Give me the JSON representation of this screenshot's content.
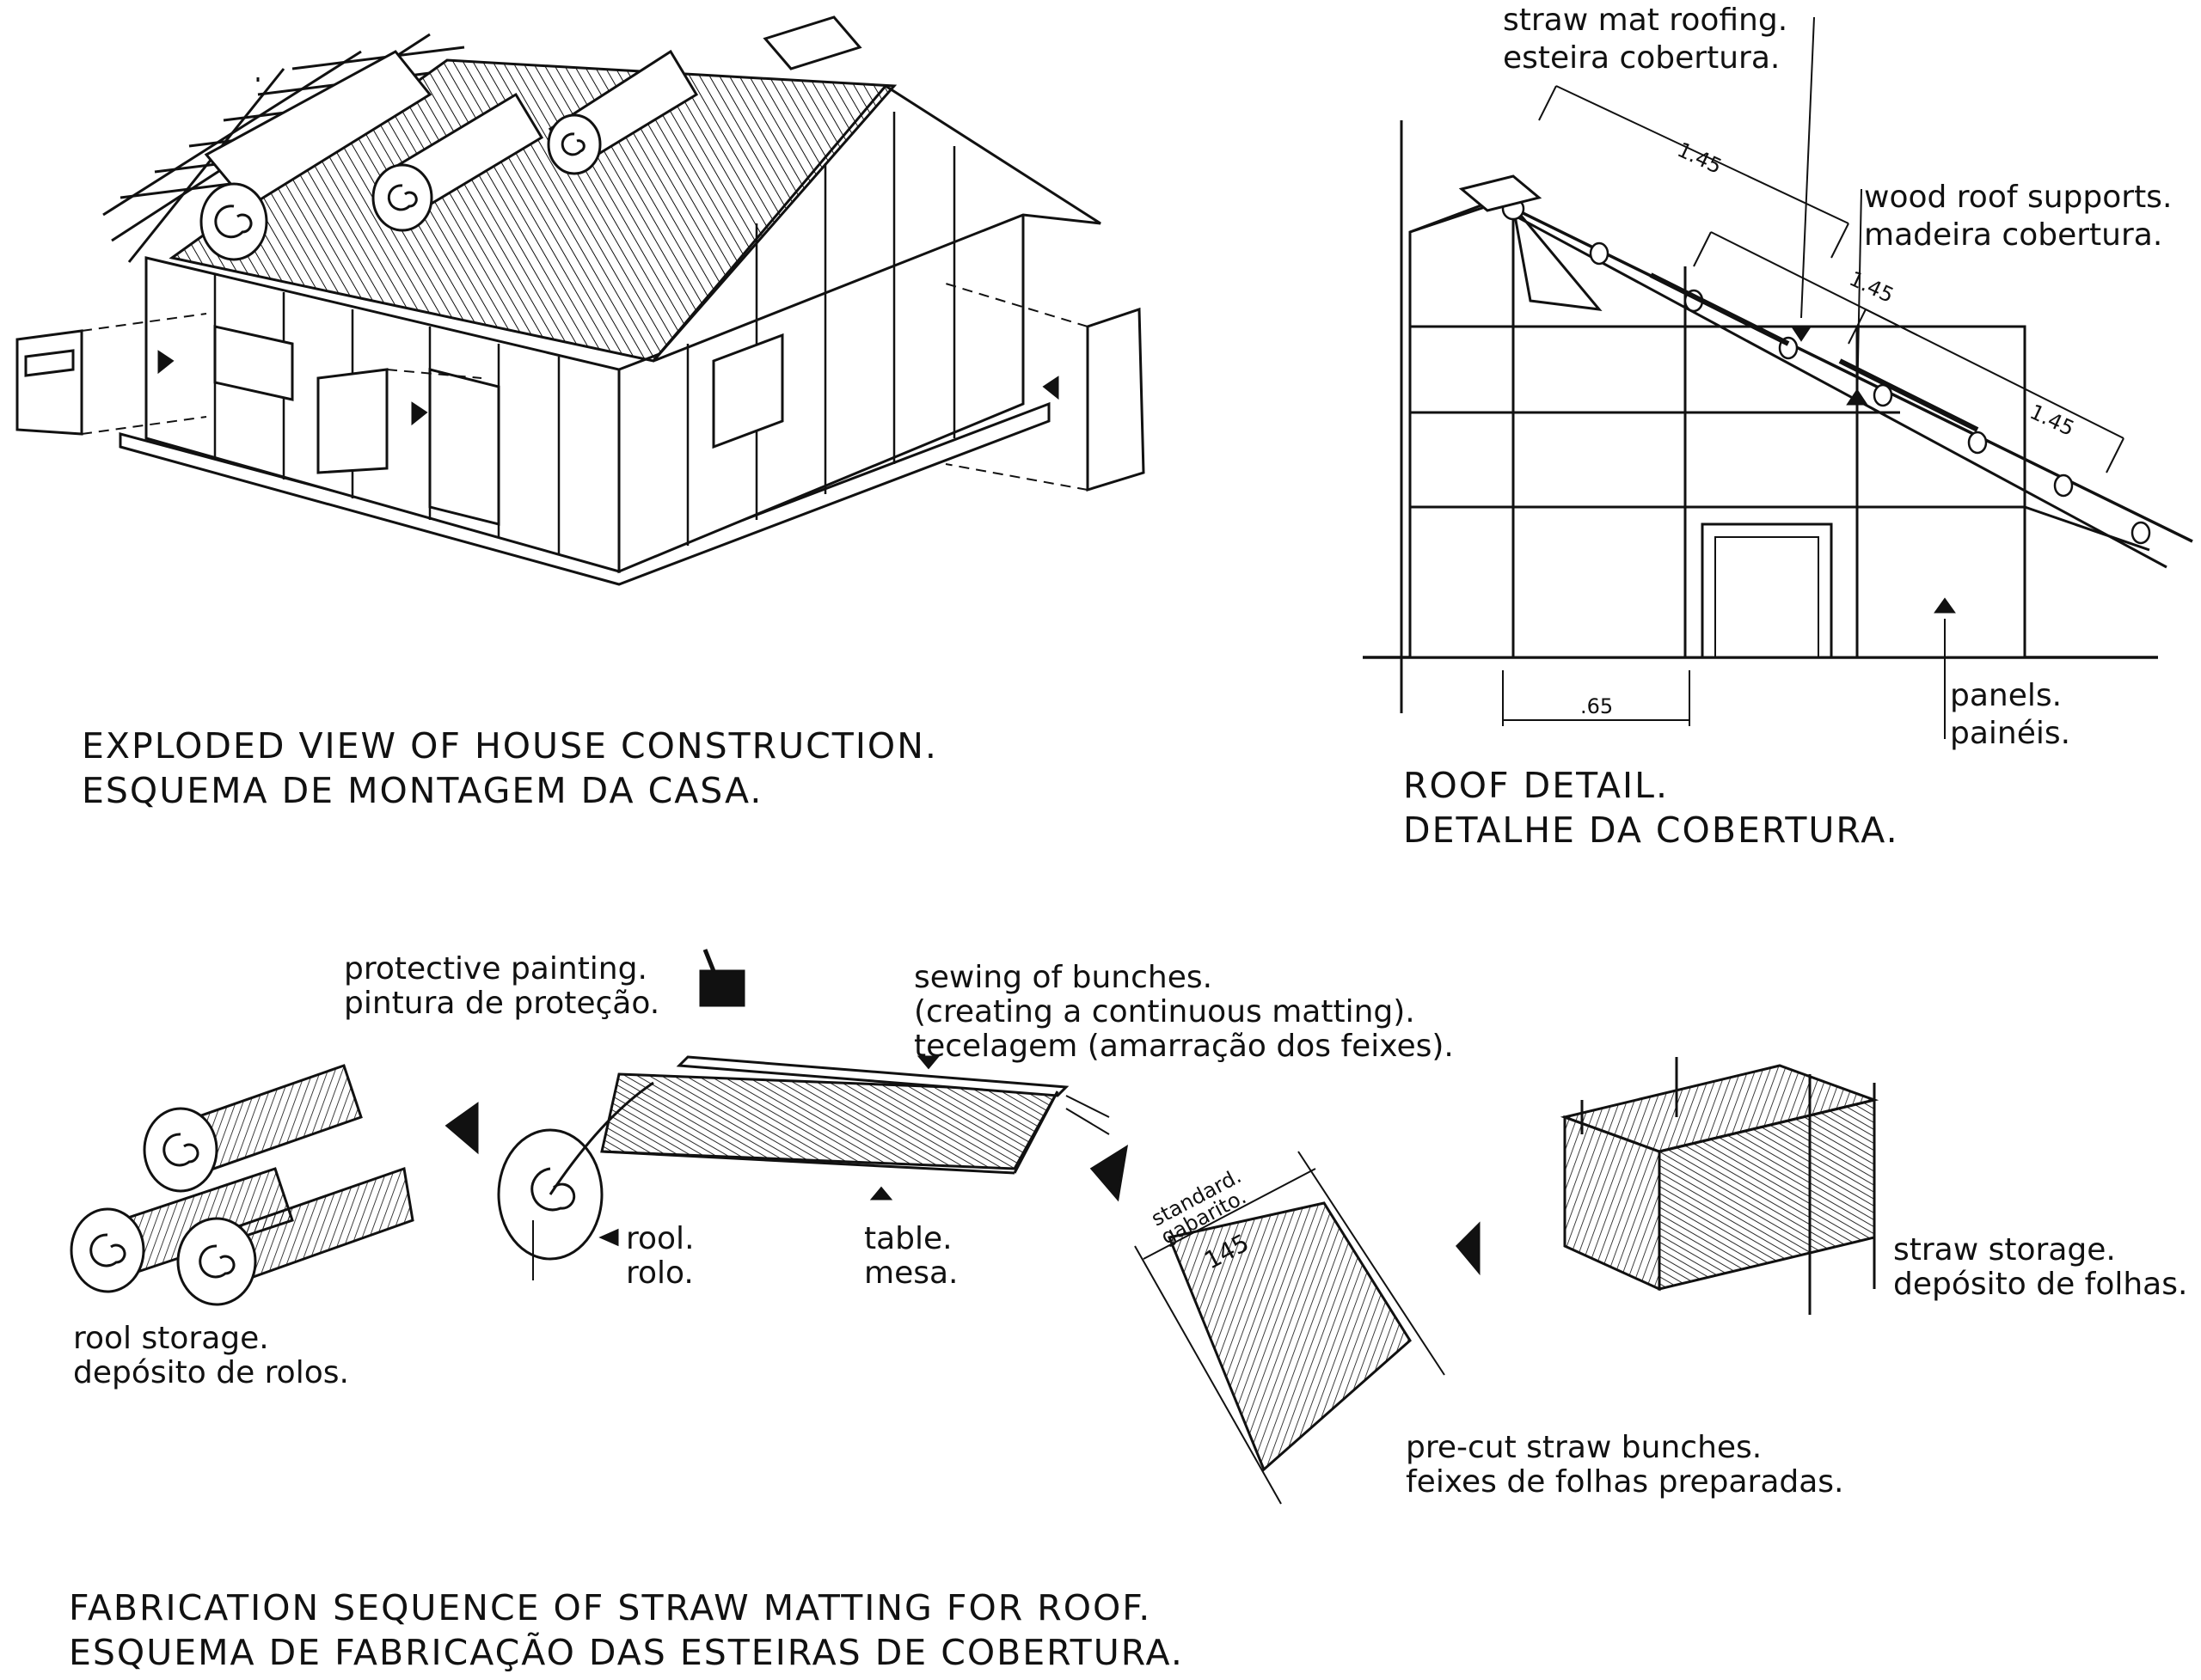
{
  "house": {
    "caption_en": "EXPLODED VIEW OF HOUSE CONSTRUCTION.",
    "caption_pt": "ESQUEMA DE MONTAGEM DA CASA."
  },
  "roof_detail": {
    "caption_en": "ROOF DETAIL.",
    "caption_pt": "DETALHE DA COBERTURA.",
    "label_mat_en": "straw mat roofing.",
    "label_mat_pt": "esteira cobertura.",
    "label_supports_en": "wood roof supports.",
    "label_supports_pt": "madeira cobertura.",
    "label_panels_en": "panels.",
    "label_panels_pt": "painéis.",
    "dim_1": "1.45",
    "dim_2": "1.45",
    "dim_3": "1.45",
    "dim_base": ".65"
  },
  "fabrication": {
    "caption_en": "FABRICATION SEQUENCE OF STRAW MATTING FOR ROOF.",
    "caption_pt": "ESQUEMA DE FABRICAÇÃO DAS ESTEIRAS DE COBERTURA.",
    "painting_en": "protective painting.",
    "painting_pt": "pintura de proteção.",
    "sewing_en": "sewing of bunches.",
    "sewing_mid": "(creating a continuous matting).",
    "sewing_pt": "tecelagem (amarração dos feixes).",
    "roll_en": "rool.",
    "roll_pt": "rolo.",
    "table_en": "table.",
    "table_pt": "mesa.",
    "storage_rolls_en": "rool storage.",
    "storage_rolls_pt": "depósito de rolos.",
    "standard_en": "standard.",
    "standard_pt": "gabarito.",
    "standard_dim": "145",
    "bunches_en": "pre-cut straw bunches.",
    "bunches_pt": "feixes de folhas preparadas.",
    "straw_storage_en": "straw storage.",
    "straw_storage_pt": "depósito de folhas."
  }
}
